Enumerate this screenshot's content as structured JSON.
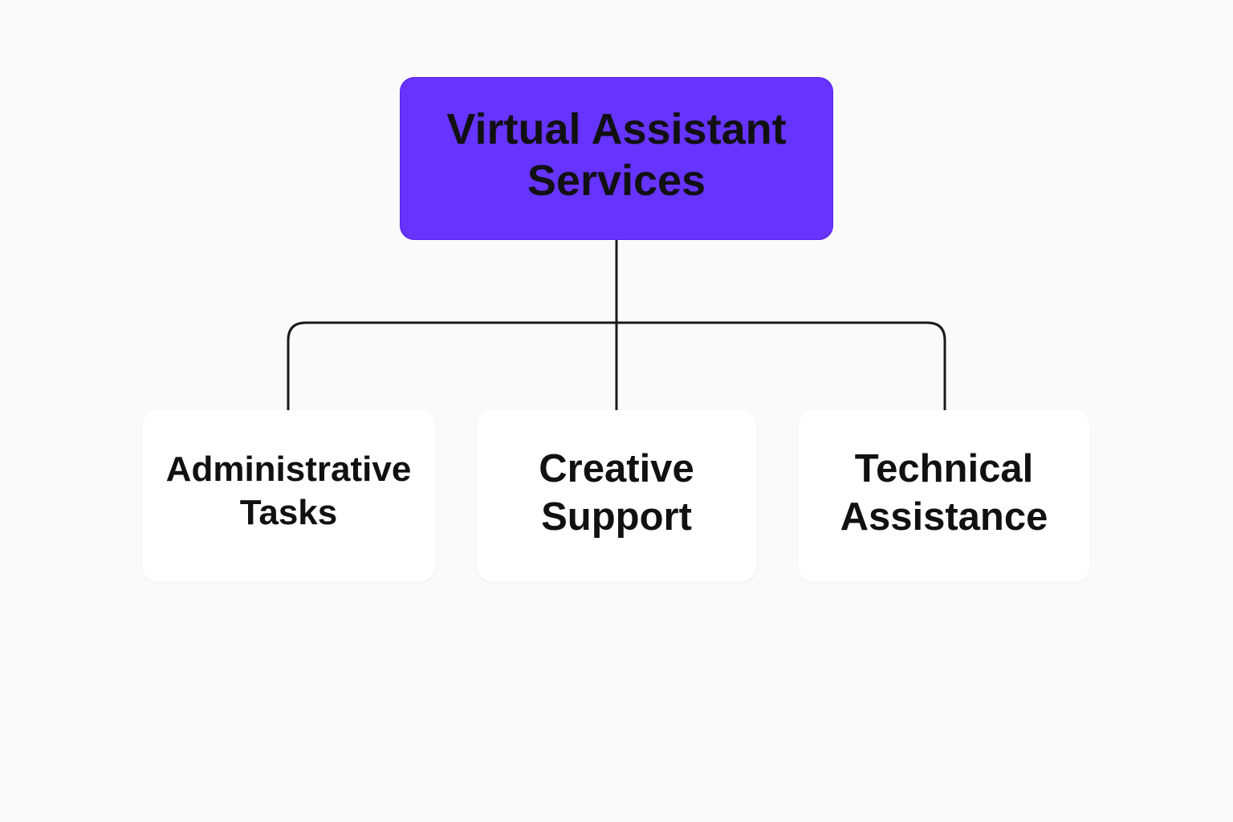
{
  "colors": {
    "root_fill": "#6633ff",
    "child_fill": "#ffffff",
    "connector": "#1a1a1a",
    "text": "#111111",
    "background": "#fafafa"
  },
  "diagram": {
    "root": {
      "label": "Virtual Assistant\nServices"
    },
    "children": [
      {
        "label": "Administrative\nTasks"
      },
      {
        "label": "Creative\nSupport"
      },
      {
        "label": "Technical\nAssistance"
      }
    ]
  }
}
